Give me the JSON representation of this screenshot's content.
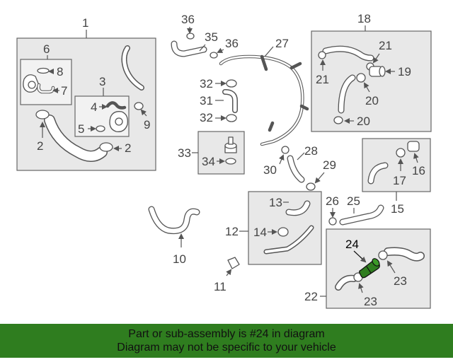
{
  "labels": {
    "p1": "1",
    "p2a": "2",
    "p2b": "2",
    "p3": "3",
    "p4": "4",
    "p5": "5",
    "p6": "6",
    "p7": "7",
    "p8": "8",
    "p9": "9",
    "p10": "10",
    "p11": "11",
    "p12": "12",
    "p13": "13",
    "p14": "14",
    "p15": "15",
    "p16": "16",
    "p17": "17",
    "p18": "18",
    "p19": "19",
    "p20a": "20",
    "p20b": "20",
    "p21a": "21",
    "p21b": "21",
    "p22": "22",
    "p23a": "23",
    "p23b": "23",
    "p24": "24",
    "p25": "25",
    "p26": "26",
    "p27": "27",
    "p28": "28",
    "p29": "29",
    "p30": "30",
    "p31": "31",
    "p32a": "32",
    "p32b": "32",
    "p33": "33",
    "p34": "34",
    "p35": "35",
    "p36a": "36",
    "p36b": "36"
  },
  "highlight": {
    "part_number": "24",
    "color": "#2f7d1f"
  },
  "banner": {
    "line1": "Part or sub-assembly is #24 in diagram",
    "line2": "Diagram may not be specific to your vehicle",
    "background": "#2f7d1f"
  }
}
